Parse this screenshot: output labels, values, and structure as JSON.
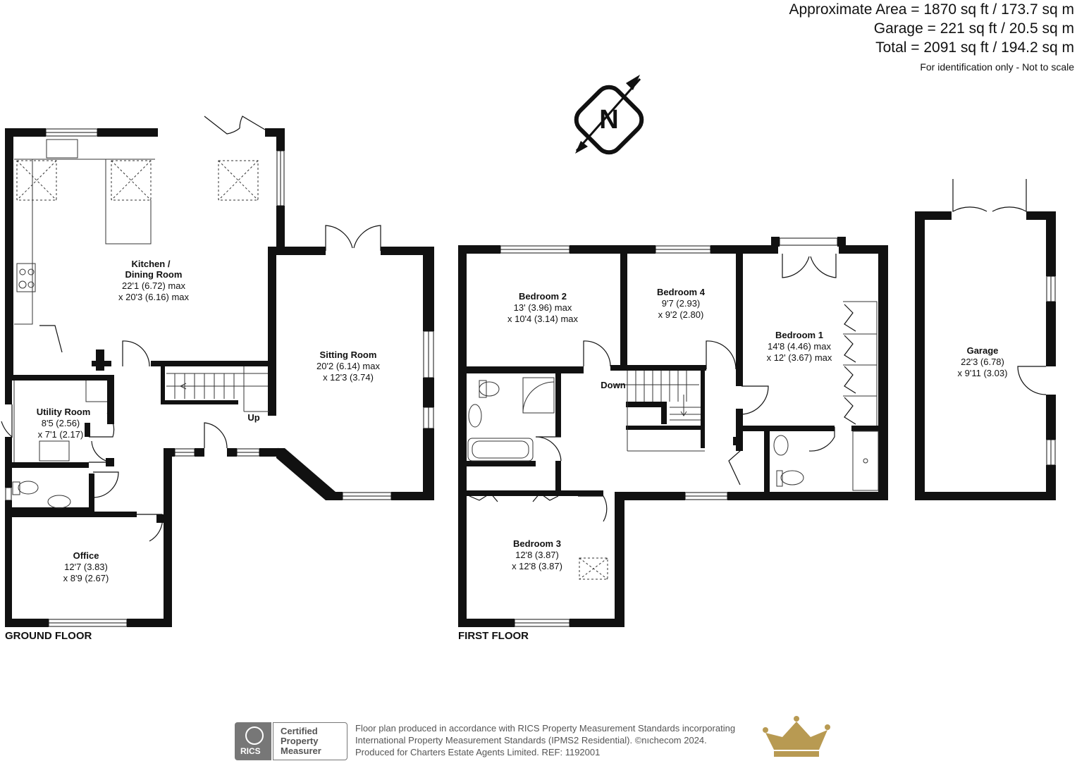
{
  "areas": {
    "approximate": "Approximate Area = 1870 sq ft / 173.7 sq m",
    "garage": "Garage = 221 sq ft / 20.5 sq m",
    "total": "Total = 2091 sq ft / 194.2 sq m",
    "note": "For identification only - Not to scale"
  },
  "compass": {
    "letter": "N"
  },
  "floors": {
    "ground": "GROUND FLOOR",
    "first": "FIRST FLOOR"
  },
  "rooms": {
    "kitchen": {
      "name1": "Kitchen /",
      "name2": "Dining Room",
      "dim1": "22'1 (6.72) max",
      "dim2": "x 20'3 (6.16) max"
    },
    "sitting": {
      "name": "Sitting Room",
      "dim1": "20'2 (6.14) max",
      "dim2": "x 12'3 (3.74)"
    },
    "utility": {
      "name": "Utility Room",
      "dim1": "8'5 (2.56)",
      "dim2": "x 7'1 (2.17)"
    },
    "office": {
      "name": "Office",
      "dim1": "12'7 (3.83)",
      "dim2": "x 8'9 (2.67)"
    },
    "bedroom2": {
      "name": "Bedroom 2",
      "dim1": "13' (3.96) max",
      "dim2": "x 10'4 (3.14) max"
    },
    "bedroom4": {
      "name": "Bedroom 4",
      "dim1": "9'7 (2.93)",
      "dim2": "x 9'2 (2.80)"
    },
    "bedroom1": {
      "name": "Bedroom 1",
      "dim1": "14'8 (4.46) max",
      "dim2": "x 12' (3.67) max"
    },
    "bedroom3": {
      "name": "Bedroom 3",
      "dim1": "12'8 (3.87)",
      "dim2": "x 12'8 (3.87)"
    },
    "garage": {
      "name": "Garage",
      "dim1": "22'3 (6.78)",
      "dim2": "x 9'11 (3.03)"
    }
  },
  "stairs": {
    "up": "Up",
    "down": "Down"
  },
  "footer": {
    "line1": "Floor plan produced in accordance with RICS Property Measurement Standards incorporating",
    "line2": "International Property Measurement Standards (IPMS2 Residential).  ©nıchecom 2024.",
    "line3": "Produced for Charters Estate Agents Limited.   REF:  1192001",
    "badge_line1": "Certified",
    "badge_line2": "Property",
    "badge_line3": "Measurer",
    "badge_logo": "RICS"
  },
  "colors": {
    "wall": "#111111",
    "gold": "#b89a52",
    "grey": "#777777"
  },
  "icons": [
    "compass-icon",
    "rics-logo",
    "crown-logo",
    "sink-icon",
    "hob-icon",
    "toilet-icon",
    "basin-icon",
    "shower-icon",
    "bath-icon",
    "skylight-icon"
  ]
}
